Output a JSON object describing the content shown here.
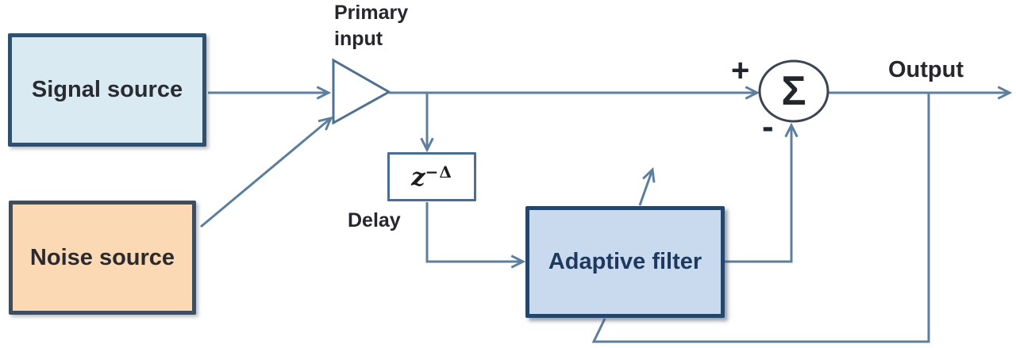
{
  "diagram": {
    "title_hint": "Adaptive noise cancellation block diagram",
    "colors": {
      "background": "#ffffff",
      "wire": "#5d7f9d",
      "signal_fill": "#daeaf3",
      "signal_border": "#2f506e",
      "noise_fill": "#fbd9b4",
      "noise_border": "#3e4e60",
      "delay_border": "#4a6e92",
      "filter_fill": "#c9daee",
      "filter_border": "#24466b",
      "text": "#26262c",
      "filter_text": "#1d3a5e"
    },
    "blocks": {
      "signal_source": {
        "label": "Signal source"
      },
      "noise_source": {
        "label": "Noise source"
      },
      "delay": {
        "symbol_base": "z",
        "symbol_exponent": "−Δ",
        "label": "Delay"
      },
      "adaptive_filter": {
        "label": "Adaptive filter"
      }
    },
    "labels": {
      "primary_input": "Primary input",
      "output": "Output",
      "plus": "+",
      "minus": "-",
      "sum": "Σ"
    }
  }
}
